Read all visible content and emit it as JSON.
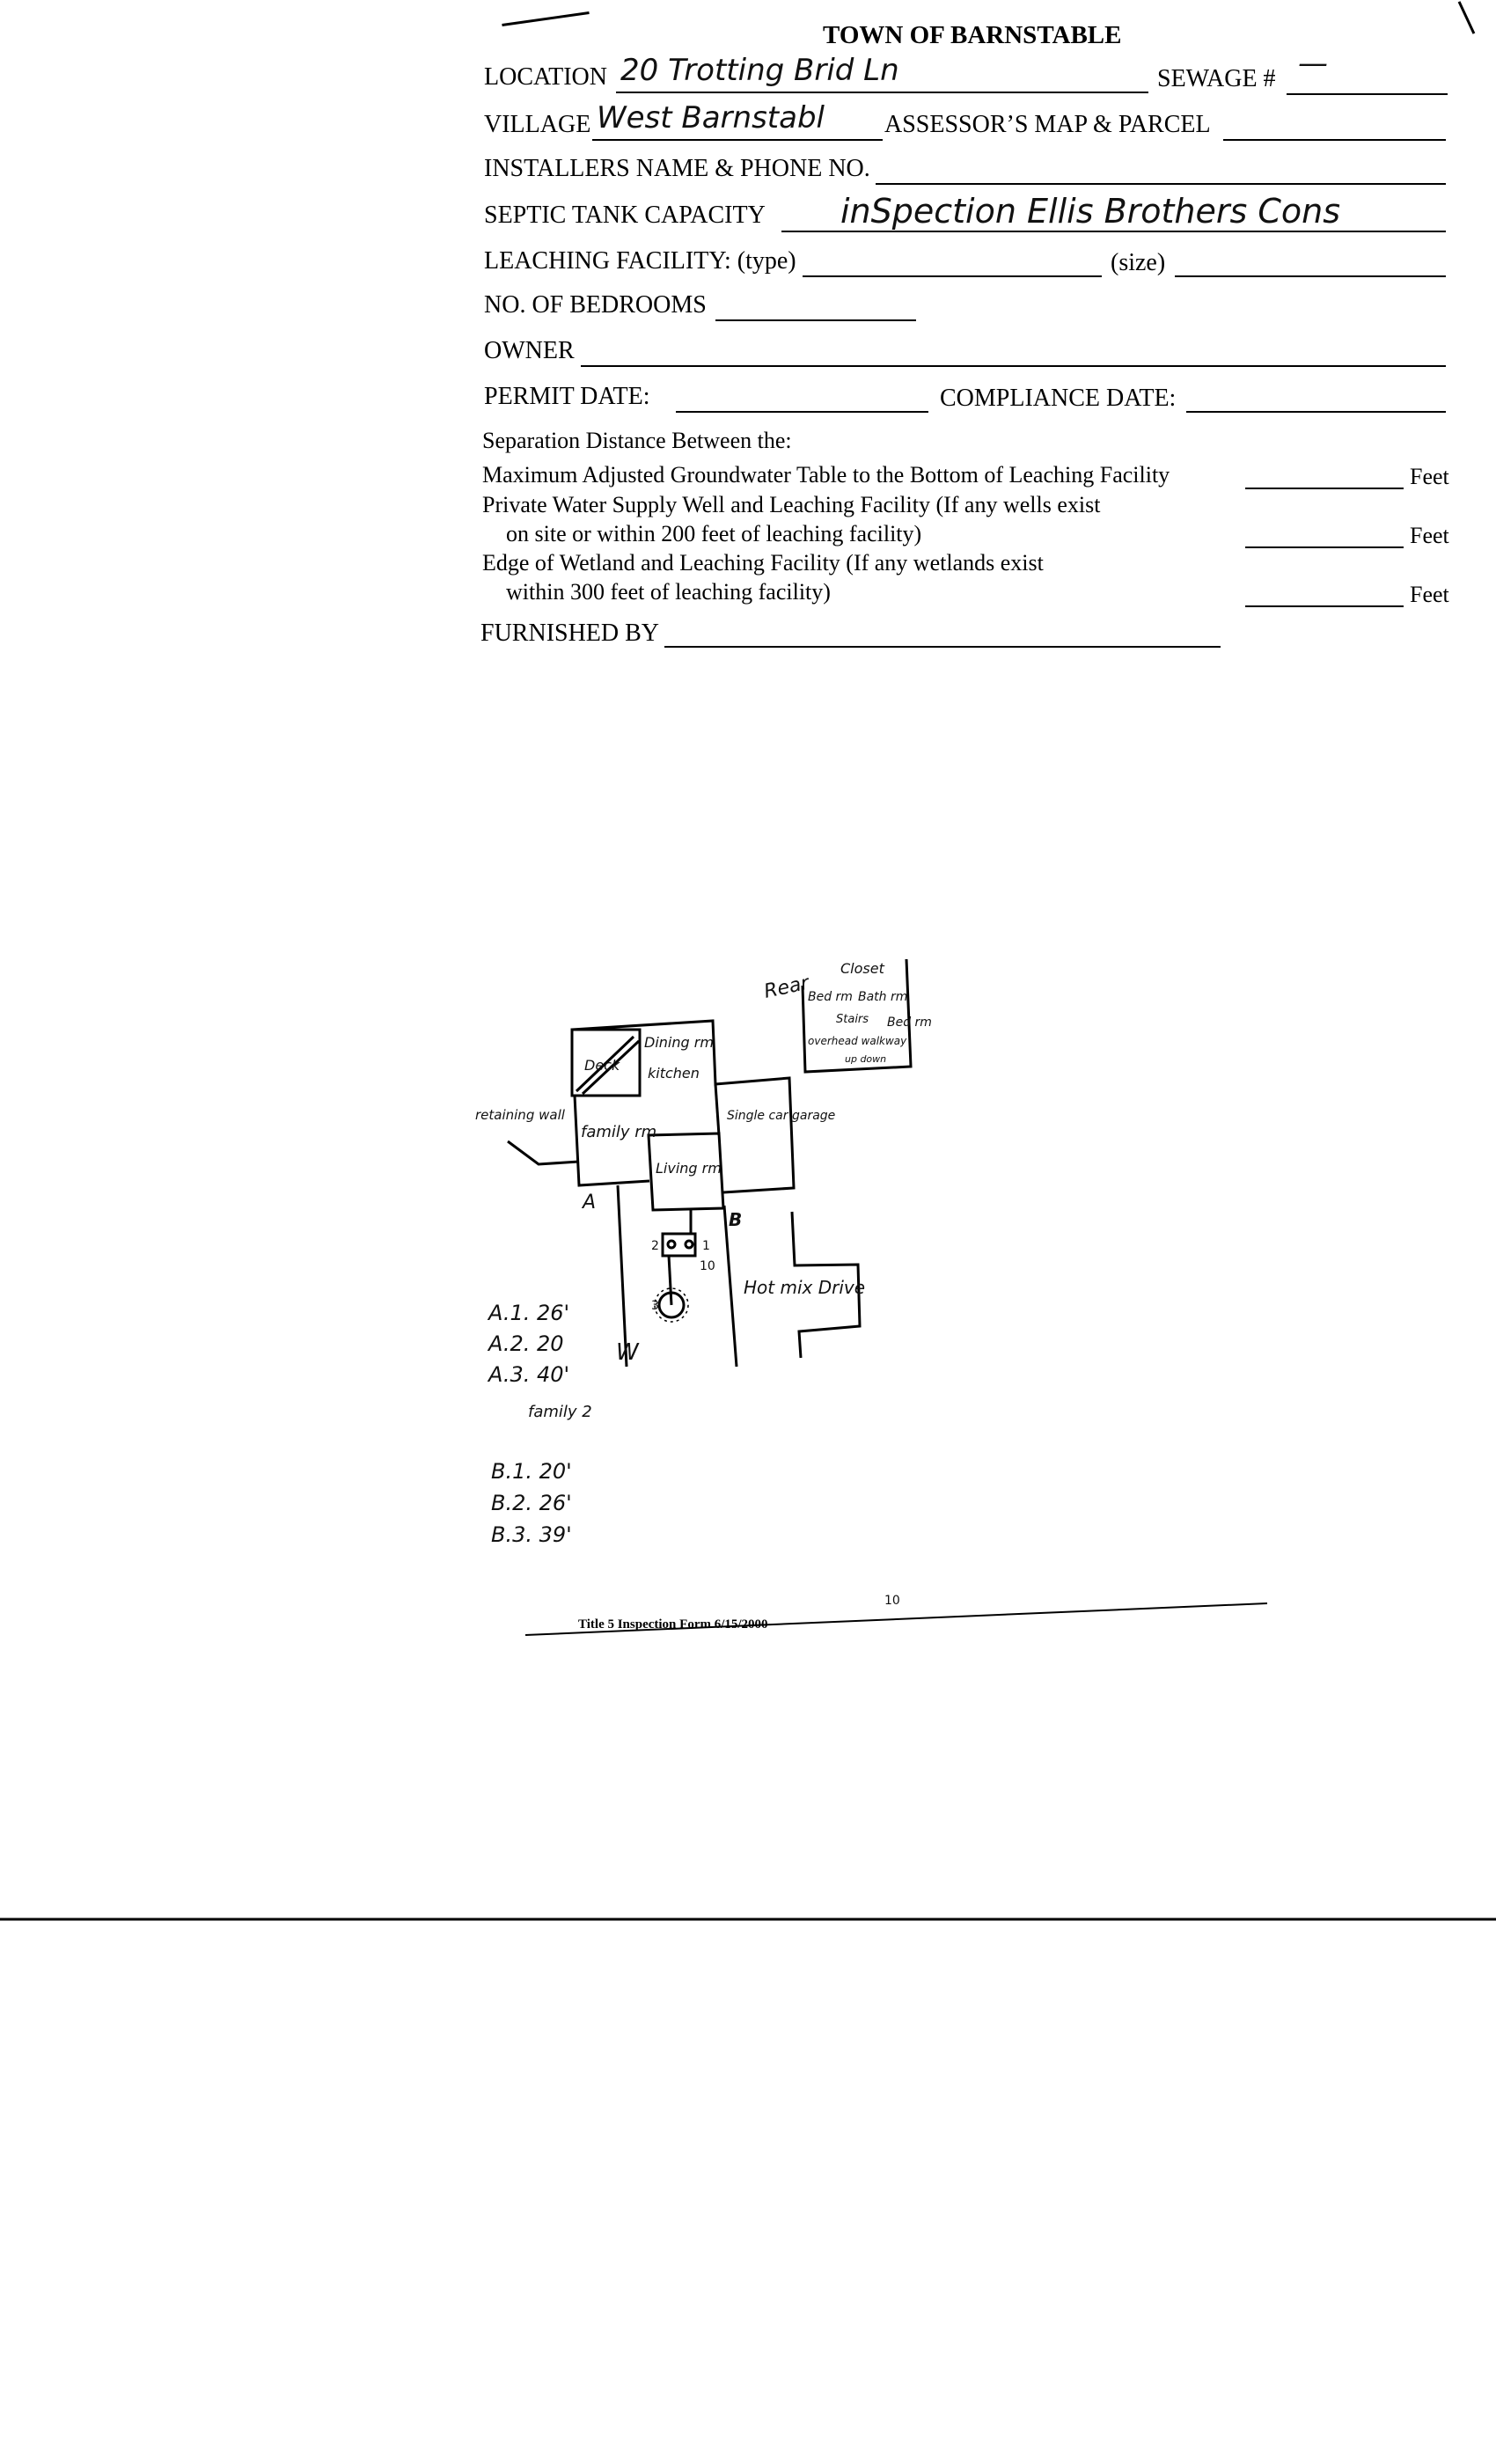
{
  "form": {
    "title": "TOWN OF BARNSTABLE",
    "location_label": "LOCATION",
    "location_value": "20 Trotting Brid Ln",
    "sewage_label": "SEWAGE #",
    "sewage_value": "—",
    "village_label": "VILLAGE",
    "village_value": "West Barnstabl",
    "assessor_label": "ASSESSOR’S MAP & PARCEL",
    "installer_label": "INSTALLERS NAME & PHONE NO.",
    "septic_label": "SEPTIC TANK CAPACITY",
    "septic_value": "inSpection  Ellis Brothers Cons",
    "leaching_type_label": "LEACHING FACILITY: (type)",
    "leaching_size_label": "(size)",
    "bedrooms_label": "NO. OF BEDROOMS",
    "owner_label": "OWNER",
    "permit_label": "PERMIT DATE:",
    "compliance_label": "COMPLIANCE DATE:",
    "separation_heading": "Separation Distance Between the:",
    "sep1": "Maximum Adjusted Groundwater Table to the Bottom of Leaching Facility",
    "sep2a": "Private Water Supply Well and Leaching Facility (If any wells exist",
    "sep2b": "on site or within 200 feet of leaching facility)",
    "sep3a": "Edge of Wetland and Leaching Facility (If any wetlands exist",
    "sep3b": "within 300 feet of leaching facility)",
    "feet": "Feet",
    "furnished_label": "FURNISHED BY"
  },
  "sketch": {
    "rear": "Rear",
    "deck": "Deck",
    "dining": "Dining rm",
    "kitchen": "kitchen",
    "family": "family rm",
    "living": "Living rm",
    "garage": "Single car garage",
    "retaining": "retaining wall",
    "closet": "Closet",
    "bed1": "Bed rm",
    "bath": "Bath rm",
    "stairs": "Stairs",
    "bed2": "Bed rm",
    "overhead": "overhead walkway",
    "up_down": "up down",
    "driveway": "Hot mix Drive",
    "point_a": "A",
    "point_b": "B",
    "well": "W",
    "family_note": "family 2",
    "a_measurements": [
      "A.1. 26'",
      "A.2. 20",
      "A.3. 40'"
    ],
    "b_measurements": [
      "B.1. 20'",
      "B.2. 26'",
      "B.3. 39'"
    ],
    "tank_labels": [
      "1",
      "2",
      "3"
    ],
    "scale1": "10",
    "scale2": "10"
  },
  "footer": "Title 5 Inspection Form 6/15/2000"
}
